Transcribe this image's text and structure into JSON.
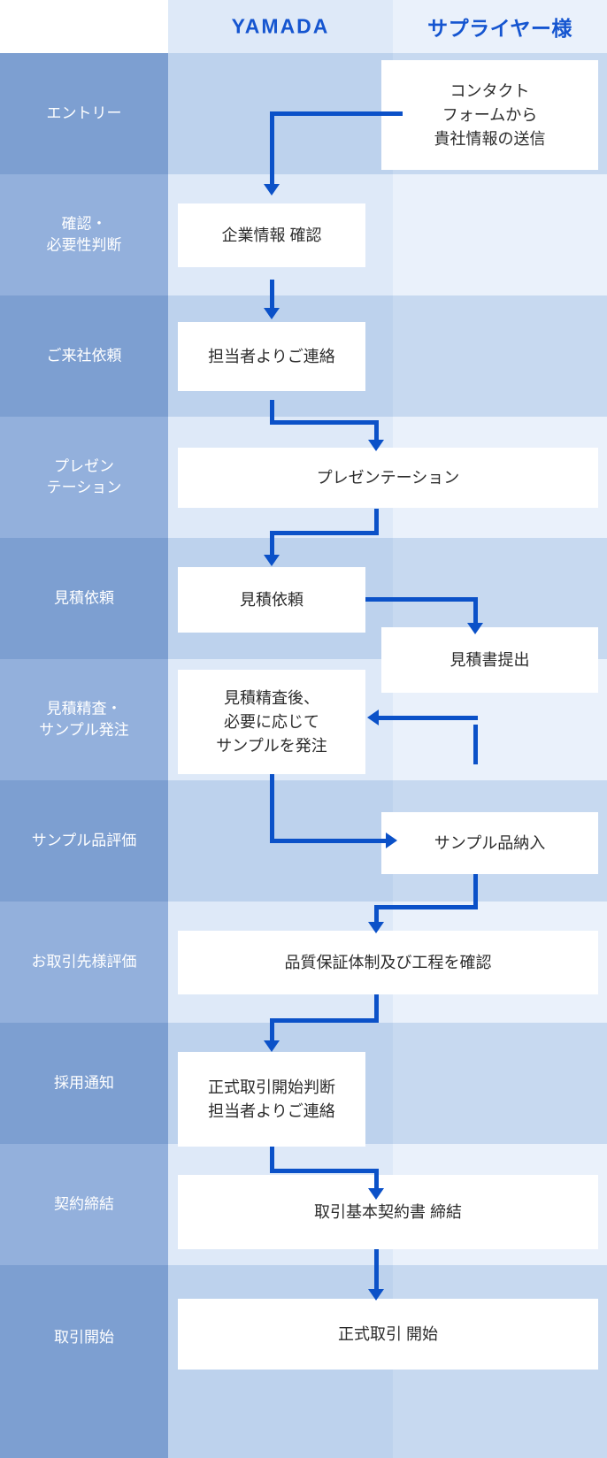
{
  "diagram": {
    "title_columns": {
      "left": "",
      "yamada": "YAMADA",
      "supplier": "サプライヤー様"
    },
    "colors": {
      "accent_arrow": "#0b51c8",
      "header_text": "#1555d0",
      "stage_odd_bg": "#7d9fd1",
      "stage_even_bg": "#93b0dc",
      "yamada_odd_bg": "#bdd2ed",
      "yamada_even_bg": "#dee9f8",
      "supplier_odd_bg": "#c7d9f0",
      "supplier_even_bg": "#eaf1fb",
      "box_bg": "#ffffff",
      "box_text": "#2b2b2b"
    },
    "stages": [
      {
        "label": "エントリー"
      },
      {
        "label": "確認・\n必要性判断"
      },
      {
        "label": "ご来社依頼"
      },
      {
        "label": "プレゼン\nテーション"
      },
      {
        "label": "見積依頼"
      },
      {
        "label": "見積精査・\nサンプル発注"
      },
      {
        "label": "サンプル品評価"
      },
      {
        "label": "お取引先様評価"
      },
      {
        "label": "採用通知"
      },
      {
        "label": "契約締結"
      },
      {
        "label": "取引開始"
      }
    ],
    "boxes": [
      {
        "id": "contact-form",
        "lane": "supplier",
        "text": "コンタクト\nフォームから\n貴社情報の送信"
      },
      {
        "id": "company-info-check",
        "lane": "yamada",
        "text": "企業情報 確認"
      },
      {
        "id": "staff-contact",
        "lane": "yamada",
        "text": "担当者よりご連絡"
      },
      {
        "id": "presentation",
        "lane": "both",
        "text": "プレゼンテーション"
      },
      {
        "id": "quote-request",
        "lane": "yamada",
        "text": "見積依頼"
      },
      {
        "id": "quote-submit",
        "lane": "supplier",
        "text": "見積書提出"
      },
      {
        "id": "quote-review",
        "lane": "yamada",
        "text": "見積精査後、\n必要に応じて\nサンプルを発注"
      },
      {
        "id": "sample-delivery",
        "lane": "supplier",
        "text": "サンプル品納入"
      },
      {
        "id": "quality-check",
        "lane": "both",
        "text": "品質保証体制及び工程を確認"
      },
      {
        "id": "adoption-notice",
        "lane": "yamada",
        "text": "正式取引開始判断\n担当者よりご連絡"
      },
      {
        "id": "contract",
        "lane": "both",
        "text": "取引基本契約書 締結"
      },
      {
        "id": "trade-start",
        "lane": "both",
        "text": "正式取引 開始"
      }
    ]
  }
}
